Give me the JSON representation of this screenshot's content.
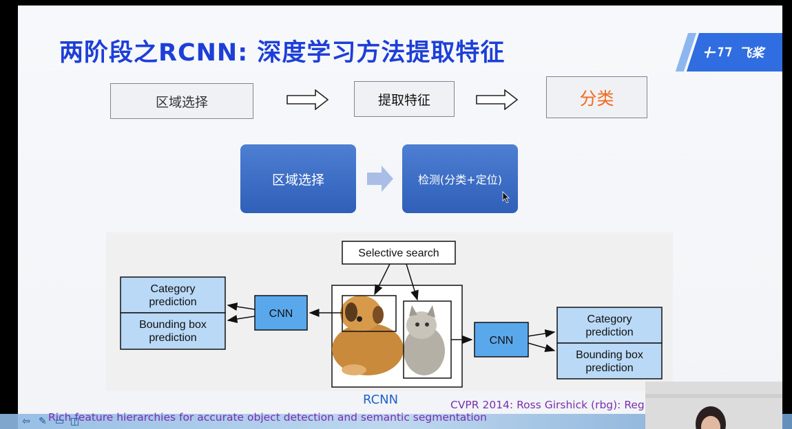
{
  "slide": {
    "title": "两阶段之RCNN: 深度学习方法提取特征",
    "logo_text": "飞桨",
    "pipeline_top": [
      "区域选择",
      "提取特征",
      "分类"
    ],
    "pipeline_bottom": [
      "区域选择",
      "检测(分类+定位)"
    ],
    "figure": {
      "selective_search": "Selective search",
      "cnn_left": "CNN",
      "cnn_right": "CNN",
      "left_category": [
        "Category",
        "prediction"
      ],
      "left_bbox": [
        "Bounding box",
        "prediction"
      ],
      "right_category": [
        "Category",
        "prediction"
      ],
      "right_bbox": [
        "Bounding box",
        "prediction"
      ]
    },
    "figure_caption": "RCNN",
    "citation_line1": "CVPR 2014: Ross Girshick (rbg):  Reg",
    "citation_line2": "Rich feature hierarchies for accurate object detection and semantic segmentation"
  },
  "colors": {
    "title": "#1d3fd8",
    "accent_orange": "#f06b1e",
    "box_blue": "#5aa8ec",
    "pred_fill": "#b9d9f7",
    "citation": "#7a2fb0"
  },
  "taskbar": {
    "icons": [
      "back-arrow-icon",
      "pen-icon",
      "screen-icon",
      "view-icon"
    ]
  }
}
